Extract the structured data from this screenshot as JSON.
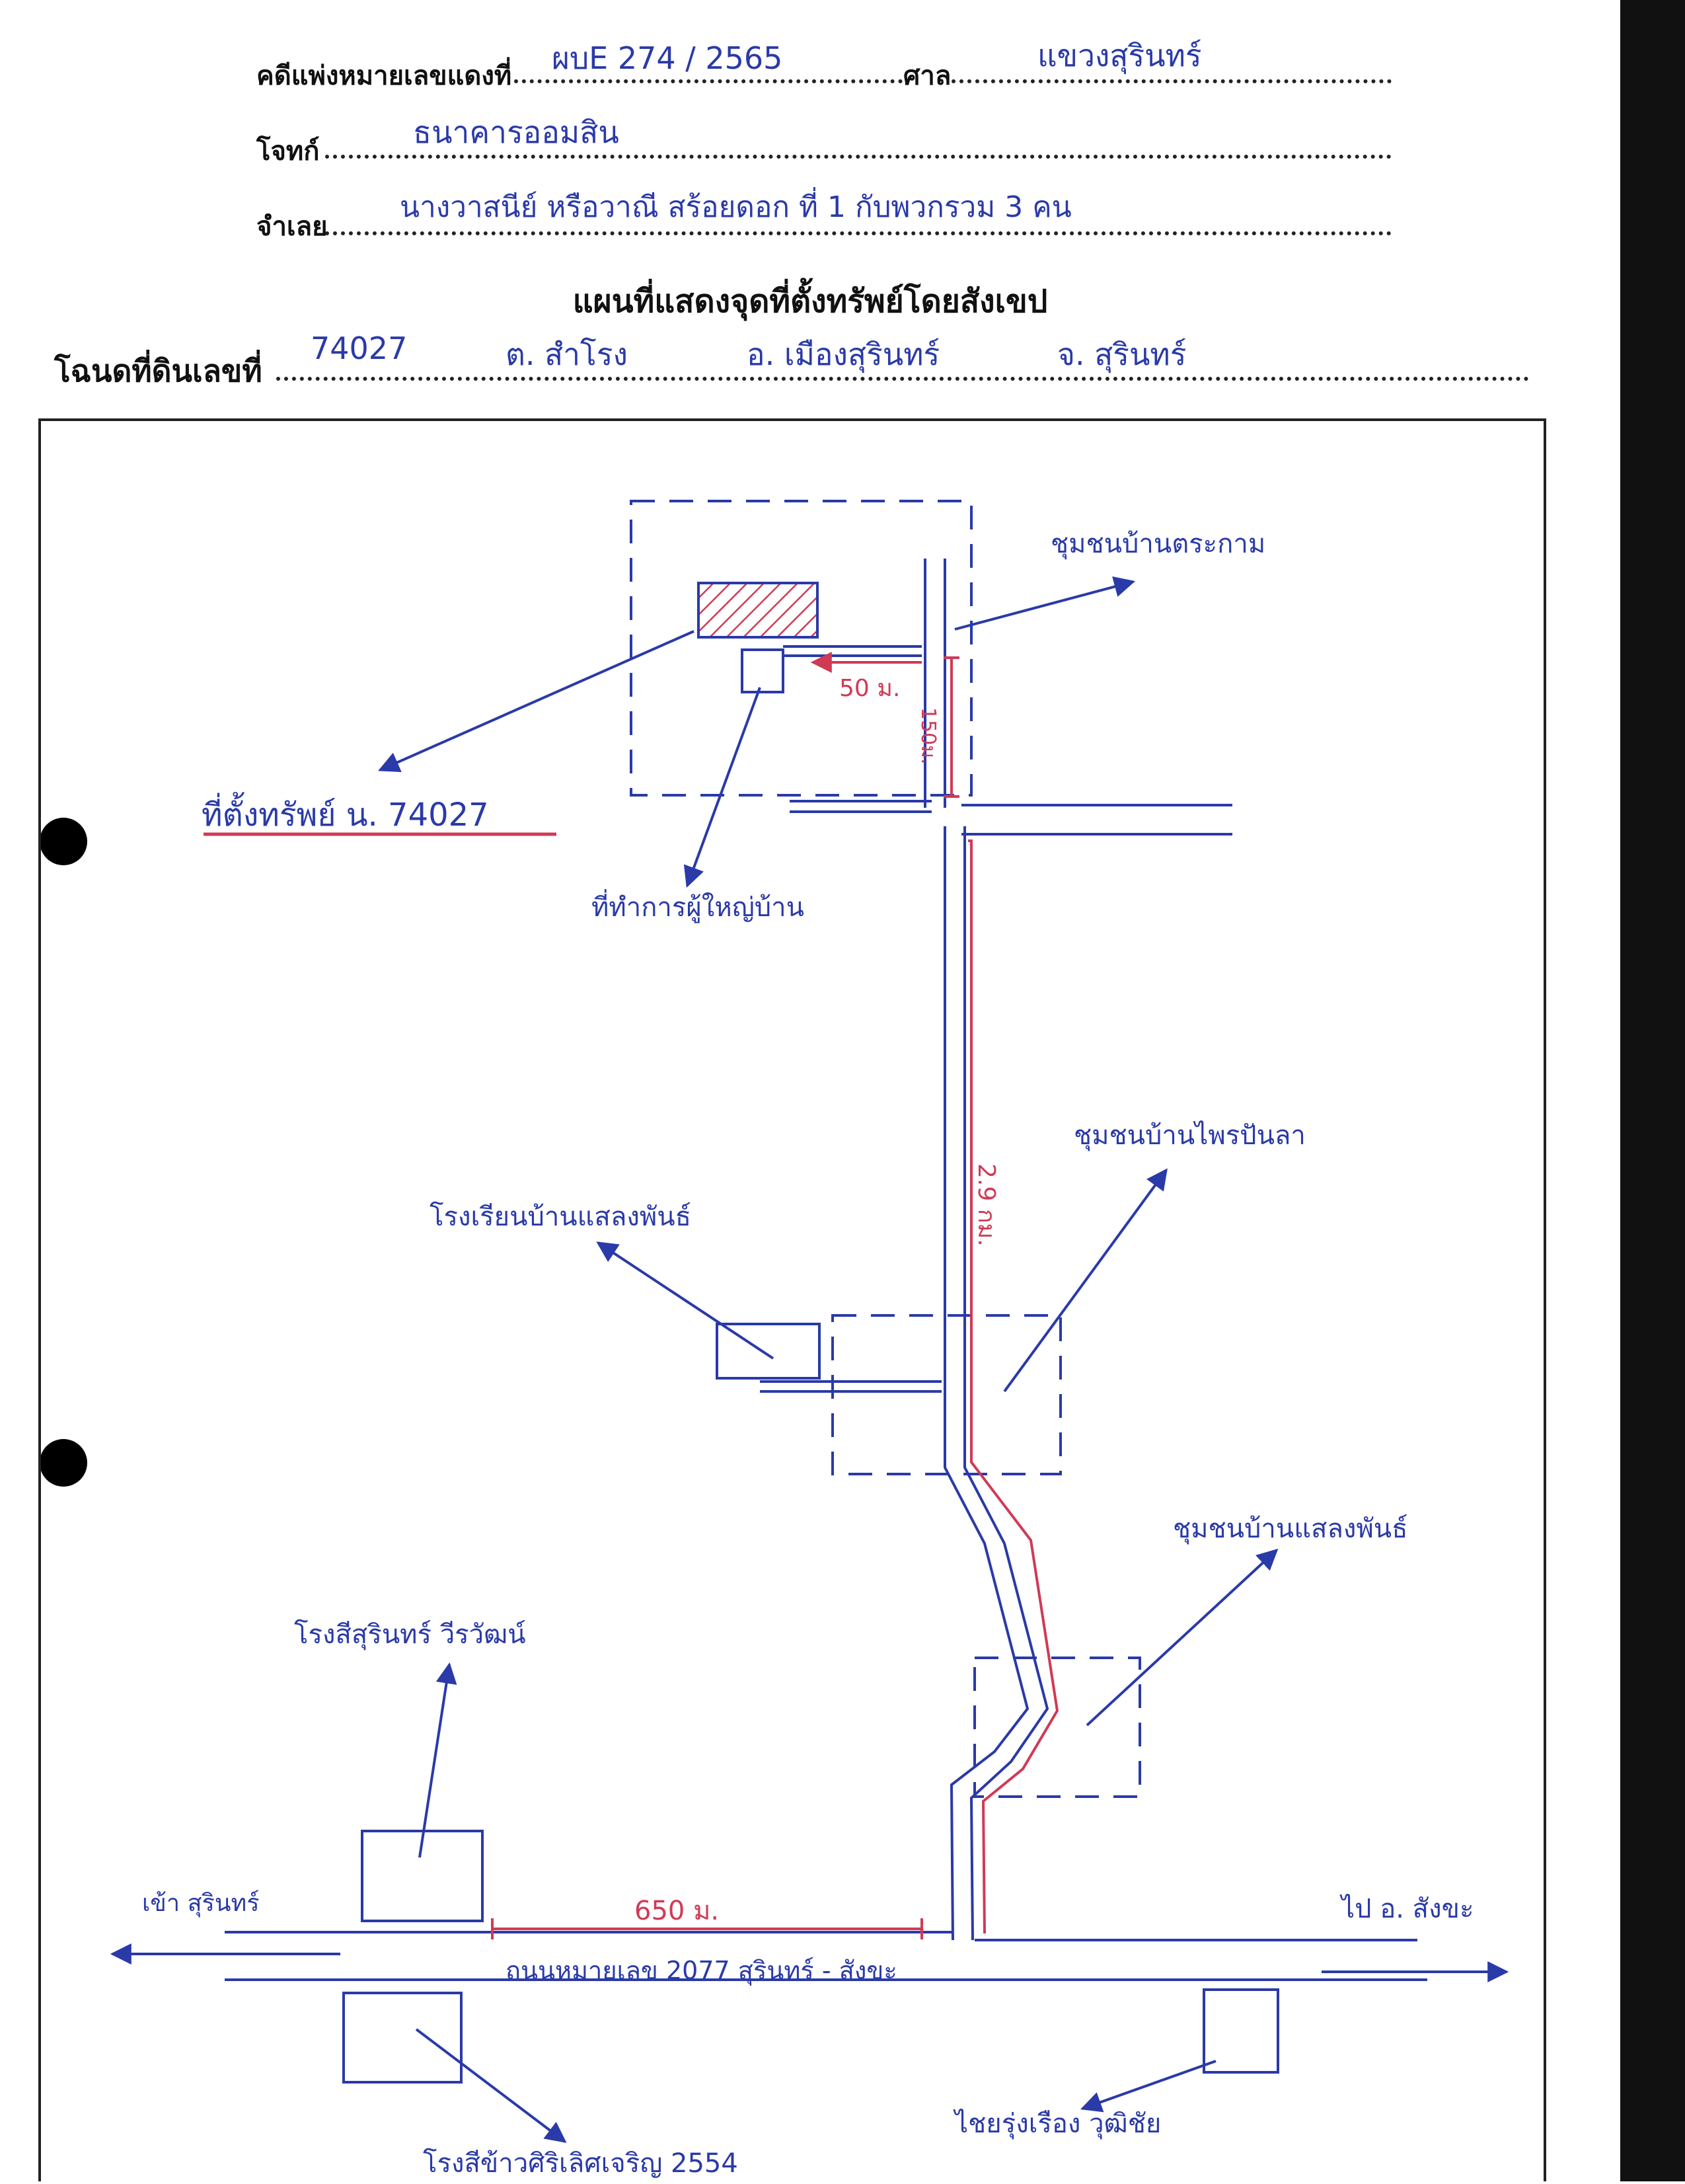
{
  "header": {
    "case_label": "คดีแพ่งหมายเลขแดงที่",
    "case_number": "ผบE 274 / 2565",
    "court_label": "ศาล",
    "court_name": "แขวงสุรินทร์",
    "plaintiff_label": "โจทก์",
    "plaintiff_name": "ธนาคารออมสิน",
    "defendant_label": "จำเลย",
    "defendant_name": "นางวาสนีย์ หรือวาณี  สร้อยดอก  ที่ 1 กับพวกรวม 3 คน"
  },
  "map_title": "แผนที่แสดงจุดที่ตั้งทรัพย์โดยสังเขป",
  "deed": {
    "label": "โฉนดที่ดินเลขที่",
    "number": "74027",
    "tambon": "ต. สำโรง",
    "amphoe": "อ. เมืองสุรินทร์",
    "province": "จ. สุรินทร์"
  },
  "map": {
    "property_location": "ที่ตั้งทรัพย์ น. 74027",
    "headman_office": "ที่ทำการผู้ใหญ่บ้าน",
    "community_north": "ชุมชนบ้านตระกาม",
    "community_middle": "ชุมชนบ้านไพรปันลา",
    "community_south": "ชุมชนบ้านแสลงพันธ์",
    "school": "โรงเรียนบ้านแสลงพันธ์",
    "hospital": "โรงสีสุรินทร์ วีรวัฒน์",
    "rice_mill": "โรงสีข้าวศิริเลิศเจริญ 2554",
    "shop": "ไชยรุ่งเรือง วุฒิชัย",
    "dist_50m": "50 ม.",
    "dist_150m": "150ม.",
    "dist_2_9km": "2.9 กม.",
    "dist_650m": "650 ม.",
    "to_surin": "เข้า สุรินทร์",
    "to_sangkha": "ไป อ. สังขะ",
    "highway": "ถนนหมายเลข 2077  สุรินทร์ - สังขะ"
  }
}
